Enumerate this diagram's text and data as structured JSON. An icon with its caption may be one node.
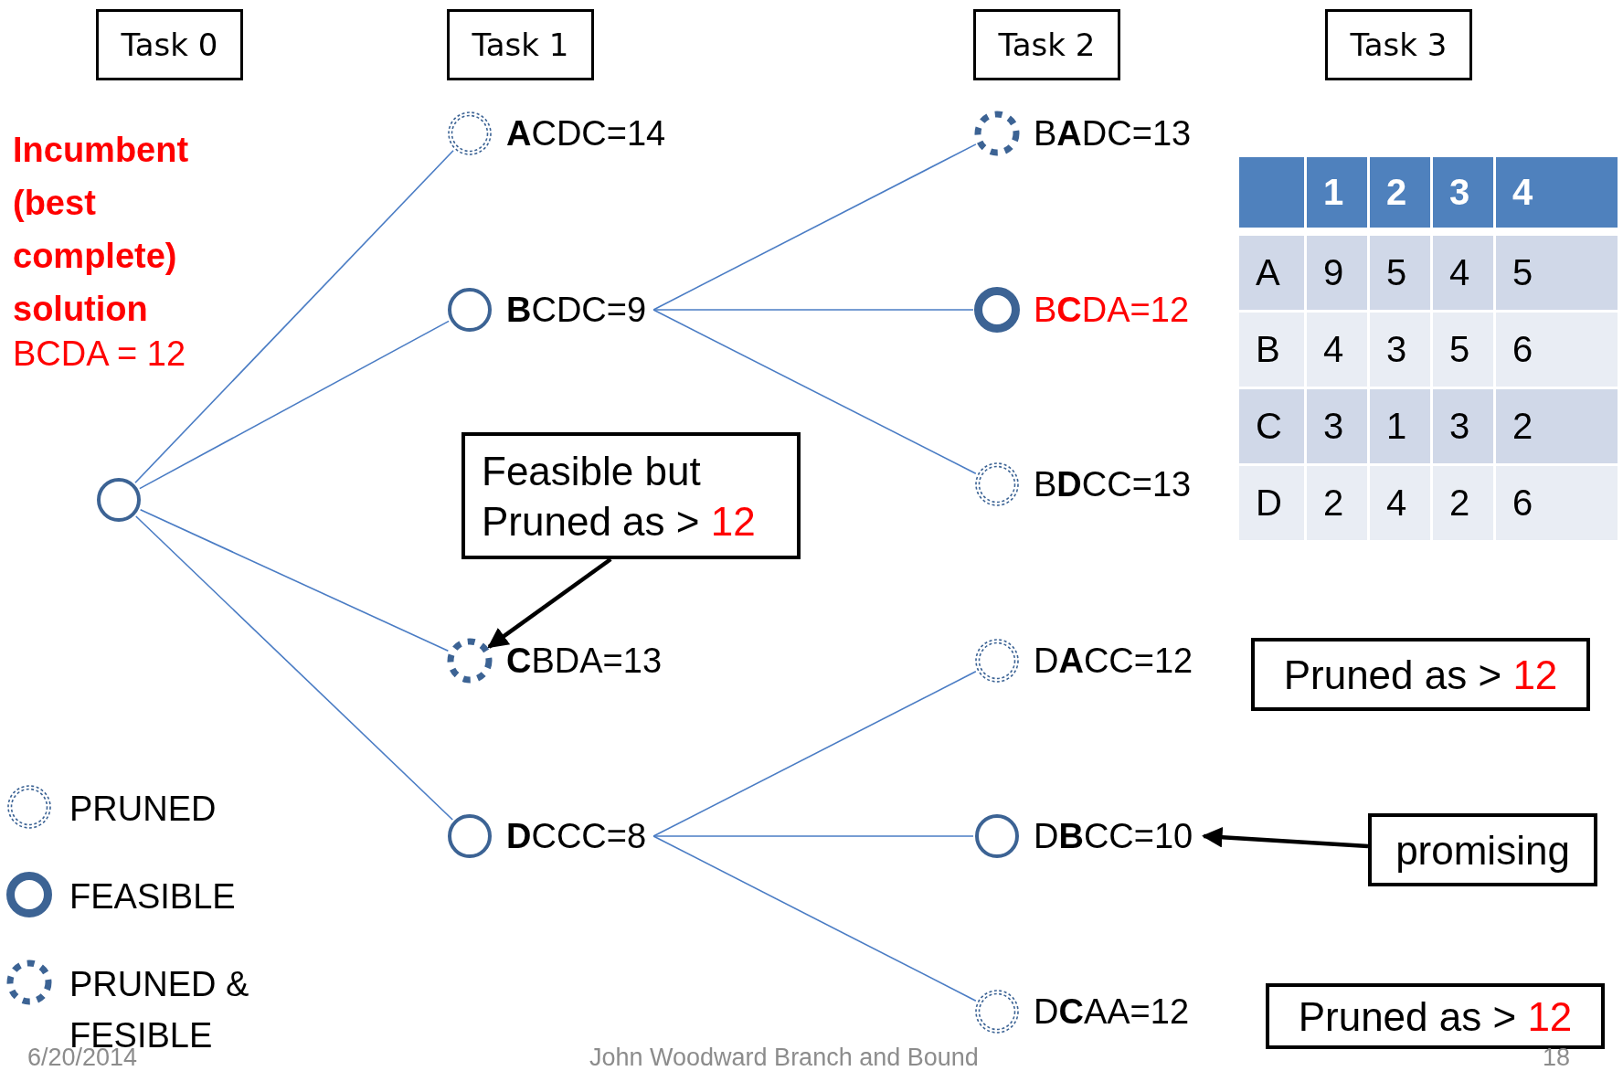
{
  "diagram": {
    "nodes": [
      {
        "text": [
          "Task 0"
        ]
      },
      {
        "text": [
          "Task 1"
        ]
      },
      {
        "text": [
          "Task 2"
        ]
      },
      {
        "text": [
          "Task 3"
        ]
      },
      {
        "text": [],
        "shape": "circle"
      },
      {
        "text": [],
        "shape": "circle",
        "beside": [
          "**A**CDC=14"
        ]
      },
      {
        "text": [],
        "shape": "circle",
        "beside": [
          "**B**CDC=9"
        ]
      },
      {
        "text": [],
        "shape": "circle",
        "beside": [
          "**C**BDA=13"
        ]
      },
      {
        "text": [],
        "shape": "circle",
        "beside": [
          "**D**CCC=8"
        ]
      },
      {
        "text": [],
        "shape": "circle",
        "beside": [
          "B**A**DC=13"
        ]
      },
      {
        "text": [],
        "shape": "circle",
        "beside": [
          "B**C**DA=12"
        ]
      },
      {
        "text": [],
        "shape": "circle",
        "beside": [
          "B**D**CC=13"
        ]
      },
      {
        "text": [],
        "shape": "circle",
        "beside": [
          "D**A**CC=12"
        ]
      },
      {
        "text": [],
        "shape": "circle",
        "beside": [
          "D**B**CC=10"
        ]
      },
      {
        "text": [],
        "shape": "circle",
        "beside": [
          "D**C**AA=12"
        ]
      },
      {
        "text": [
          "Feasible but Pruned as >",
          "12"
        ]
      },
      {
        "text": [
          "Pruned as >",
          "12"
        ]
      },
      {
        "text": [
          "promising"
        ]
      },
      {
        "text": [
          "Pruned as >",
          "12"
        ]
      }
    ],
    "edges": [
      {
        "from": 4,
        "to": 5,
        "arrow": "none"
      },
      {
        "from": 4,
        "to": 6,
        "arrow": "none"
      },
      {
        "from": 4,
        "to": 7,
        "arrow": "none"
      },
      {
        "from": 4,
        "to": 8,
        "arrow": "none"
      },
      {
        "from": 6,
        "to": 9,
        "arrow": "none"
      },
      {
        "from": 6,
        "to": 10,
        "arrow": "none"
      },
      {
        "from": 6,
        "to": 11,
        "arrow": "none"
      },
      {
        "from": 8,
        "to": 12,
        "arrow": "none"
      },
      {
        "from": 8,
        "to": 13,
        "arrow": "none"
      },
      {
        "from": 8,
        "to": 14,
        "arrow": "none"
      },
      {
        "from": 15,
        "to": 7,
        "arrow": "to",
        "style": "thick",
        "color": "#000000"
      },
      {
        "from": 17,
        "to": 13,
        "arrow": "to",
        "style": "thick",
        "color": "#000000"
      }
    ],
    "labels": [
      "Incumbent (best complete) solution",
      "BCDA = 12",
      "1",
      "2",
      "3",
      "4",
      "A",
      "9",
      "5",
      "4",
      "5",
      "B",
      "4",
      "3",
      "5",
      "6",
      "C",
      "3",
      "1",
      "3",
      "2",
      "D",
      "2",
      "4",
      "2",
      "6",
      "6/20/2014",
      "John Woodward Branch and Bound",
      "18"
    ],
    "legend": [
      {
        "text": "PRUNED"
      },
      {
        "text": "FEASIBLE"
      },
      {
        "text": "PRUNED & FESIBLE"
      }
    ]
  }
}
